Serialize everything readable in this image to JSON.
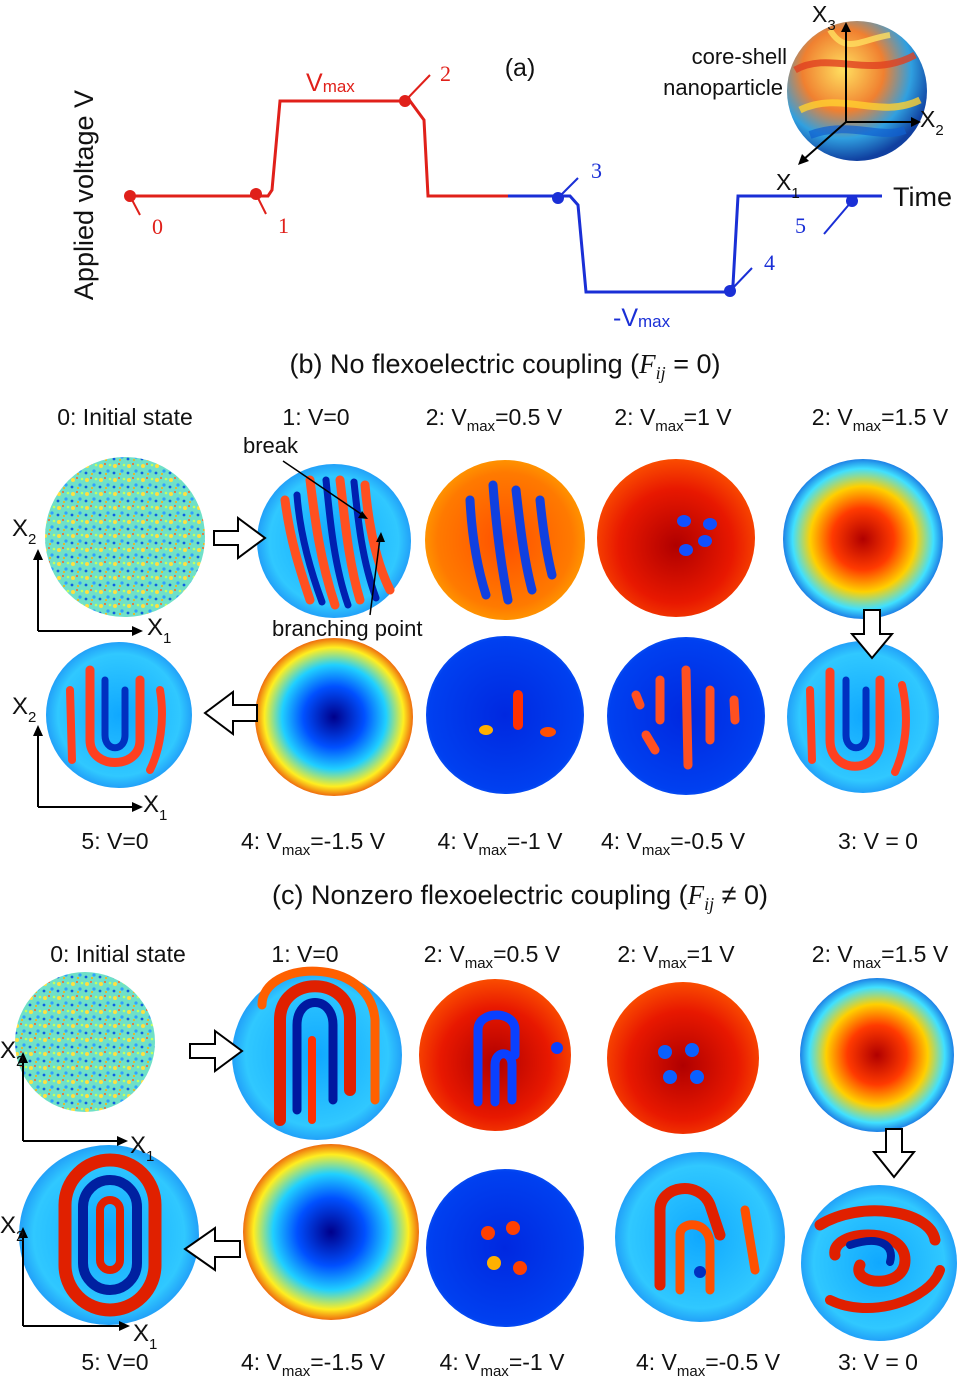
{
  "panel_a": {
    "label": "(a)",
    "y_axis_label": "Applied voltage V",
    "x_axis_label": "Time",
    "vmax_label": {
      "main": "V",
      "sub": "max"
    },
    "neg_vmax_label": {
      "main": "-V",
      "sub": "max"
    },
    "points": [
      "0",
      "1",
      "2",
      "3",
      "4",
      "5"
    ],
    "inset": {
      "title_line1": "core-shell",
      "title_line2": "nanoparticle",
      "axis_x1": {
        "main": "X",
        "sub": "1"
      },
      "axis_x2": {
        "main": "X",
        "sub": "2"
      },
      "axis_x3": {
        "main": "X",
        "sub": "3"
      }
    },
    "colors": {
      "positive": "#e0201a",
      "negative": "#1a2fd6"
    }
  },
  "panel_b": {
    "title_prefix": "(b) No flexoelectric coupling (",
    "title_math_var": "F",
    "title_math_sub": "ij",
    "title_math_rel": " = 0",
    "title_suffix": ")",
    "row1_captions": [
      {
        "main": "0: Initial state",
        "sub": "",
        "tail": ""
      },
      {
        "main": "1: V=0",
        "sub": "",
        "tail": ""
      },
      {
        "main": "2: V",
        "sub": "max",
        "tail": "=0.5 V"
      },
      {
        "main": "2: V",
        "sub": "max",
        "tail": "=1 V"
      },
      {
        "main": "2: V",
        "sub": "max",
        "tail": "=1.5 V"
      }
    ],
    "row2_captions": [
      {
        "main": "5: V=0",
        "sub": "",
        "tail": ""
      },
      {
        "main": "4: V",
        "sub": "max",
        "tail": "=-1.5 V"
      },
      {
        "main": "4: V",
        "sub": "max",
        "tail": "=-1 V"
      },
      {
        "main": "4: V",
        "sub": "max",
        "tail": "=-0.5 V"
      },
      {
        "main": "3: V = 0",
        "sub": "",
        "tail": ""
      }
    ],
    "annotation_break": "break",
    "annotation_branching": "branching point"
  },
  "panel_c": {
    "title_prefix": "(c) Nonzero flexoelectric coupling (",
    "title_math_var": "F",
    "title_math_sub": "ij",
    "title_math_rel": " ≠ 0",
    "title_suffix": ")",
    "row1_captions": [
      {
        "main": "0: Initial state",
        "sub": "",
        "tail": ""
      },
      {
        "main": "1: V=0",
        "sub": "",
        "tail": ""
      },
      {
        "main": "2: V",
        "sub": "max",
        "tail": "=0.5 V"
      },
      {
        "main": "2: V",
        "sub": "max",
        "tail": "=1 V"
      },
      {
        "main": "2: V",
        "sub": "max",
        "tail": "=1.5 V"
      }
    ],
    "row2_captions": [
      {
        "main": "5: V=0",
        "sub": "",
        "tail": ""
      },
      {
        "main": "4: V",
        "sub": "max",
        "tail": "=-1.5 V"
      },
      {
        "main": "4: V",
        "sub": "max",
        "tail": "=-1 V"
      },
      {
        "main": "4: V",
        "sub": "max",
        "tail": "=-0.5 V"
      },
      {
        "main": "3: V = 0",
        "sub": "",
        "tail": ""
      }
    ]
  },
  "axes_labels": {
    "x1": {
      "main": "X",
      "sub": "1"
    },
    "x2": {
      "main": "X",
      "sub": "2"
    }
  },
  "colormap": [
    "#08008f",
    "#0050ff",
    "#00c0ff",
    "#a0ff60",
    "#ffff00",
    "#ff8000",
    "#e00000",
    "#8a0000"
  ]
}
